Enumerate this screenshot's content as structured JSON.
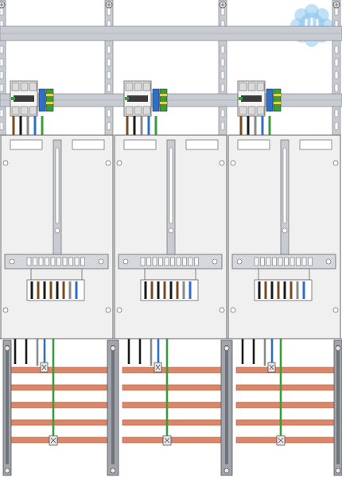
{
  "diagram": {
    "kind": "meter-cabinet-wiring",
    "fields": [
      {
        "id": "field-left"
      },
      {
        "id": "field-middle"
      },
      {
        "id": "field-right"
      }
    ],
    "busbar_count": 5,
    "busbar_tags": [
      "N",
      "PE"
    ],
    "wire_palette": [
      "#1a1a1a",
      "#7a4a1e",
      "#8a8a8a",
      "#2f6fc7",
      "#3c9c3c"
    ],
    "colors": {
      "busbar": "#d9876a",
      "panel": "#f0f0f0",
      "rail": "#c8ccd2",
      "terminal_blue": "#2f6fc7",
      "terminal_green": "#3c9c3c",
      "watermark": "#8ec8ee"
    },
    "icons": [
      "watermark-logo-icon",
      "screw-icon",
      "breaker-icon",
      "terminal-block-icon",
      "n-tag-icon",
      "pe-tag-icon"
    ]
  }
}
